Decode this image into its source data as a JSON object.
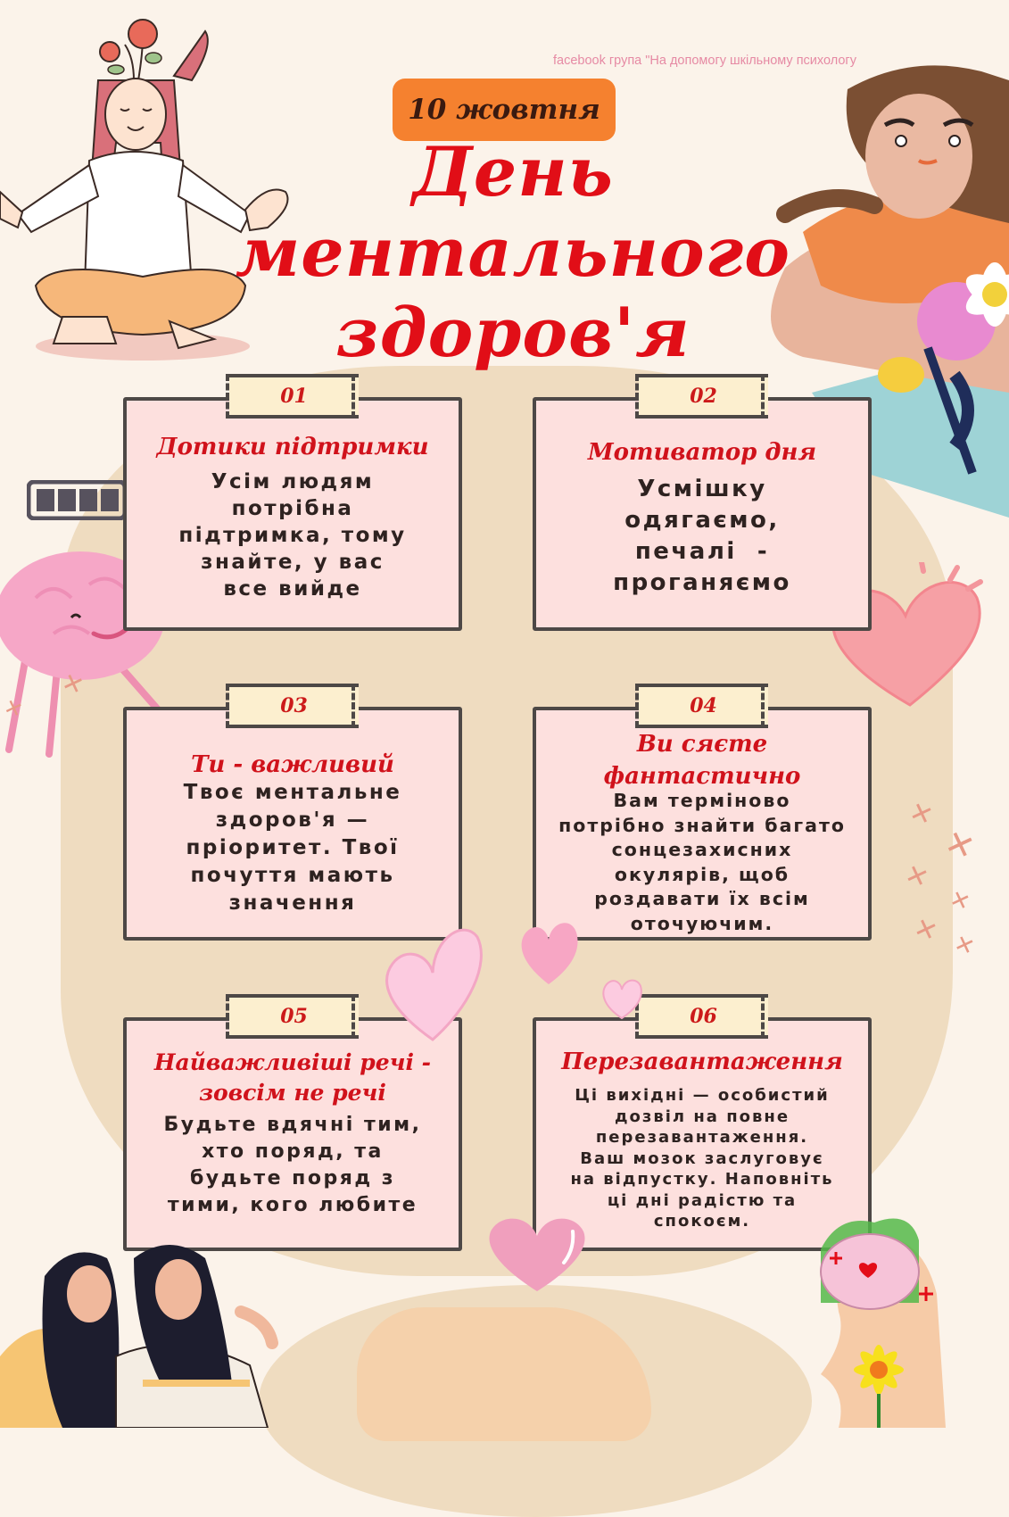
{
  "watermark": "facebook група \"На допомогу шкільному психологу",
  "header": {
    "date": "10 жовтня",
    "title_lines": [
      "День",
      "ментального",
      "здоров'я"
    ]
  },
  "cards": [
    {
      "number": "01",
      "title": "Дотики підтримки",
      "body_lines": [
        "Усім людям",
        "потрібна",
        "підтримка, тому",
        "знайте, у вас",
        "все вийде"
      ]
    },
    {
      "number": "02",
      "title": "Мотиватор дня",
      "body_lines": [
        "Усмішку",
        "одягаємо,",
        "печалі  -",
        "проганяємо"
      ]
    },
    {
      "number": "03",
      "title": "Ти - важливий",
      "body_lines": [
        "Твоє ментальне",
        "здоров'я —",
        "пріоритет. Твої",
        "почуття мають",
        "значення"
      ]
    },
    {
      "number": "04",
      "title_lines": [
        "Ви сяєте",
        "фантастично"
      ],
      "body_lines": [
        "Вам терміново",
        "потрібно знайти багато",
        "сонцезахисних",
        "окулярів, щоб",
        "роздавати їх всім",
        "оточуючим."
      ]
    },
    {
      "number": "05",
      "title_lines": [
        "Найважливіші речі -",
        "зовсім не речі"
      ],
      "body_lines": [
        "Будьте вдячні тим,",
        "хто поряд, та",
        "будьте поряд з",
        "тими, кого любите"
      ]
    },
    {
      "number": "06",
      "title": "Перезавантаження",
      "body_lines": [
        "Ці вихідні — особистий",
        "дозвіл на повне",
        "перезавантаження.",
        "Ваш мозок заслуговує",
        "на відпустку. Наповніть",
        "ці дні радістю та",
        "спокоєм."
      ]
    }
  ],
  "decorations": {
    "battery_icon": "battery-full-icon",
    "colors": {
      "background": "#fbf3ea",
      "blob": "#efdcc0",
      "card": "#fde0de",
      "card_border": "#4d4846",
      "tape": "#fcefcf",
      "title_red": "#e10e17",
      "date_badge": "#f5812f",
      "watermark": "#e68aa4"
    }
  }
}
